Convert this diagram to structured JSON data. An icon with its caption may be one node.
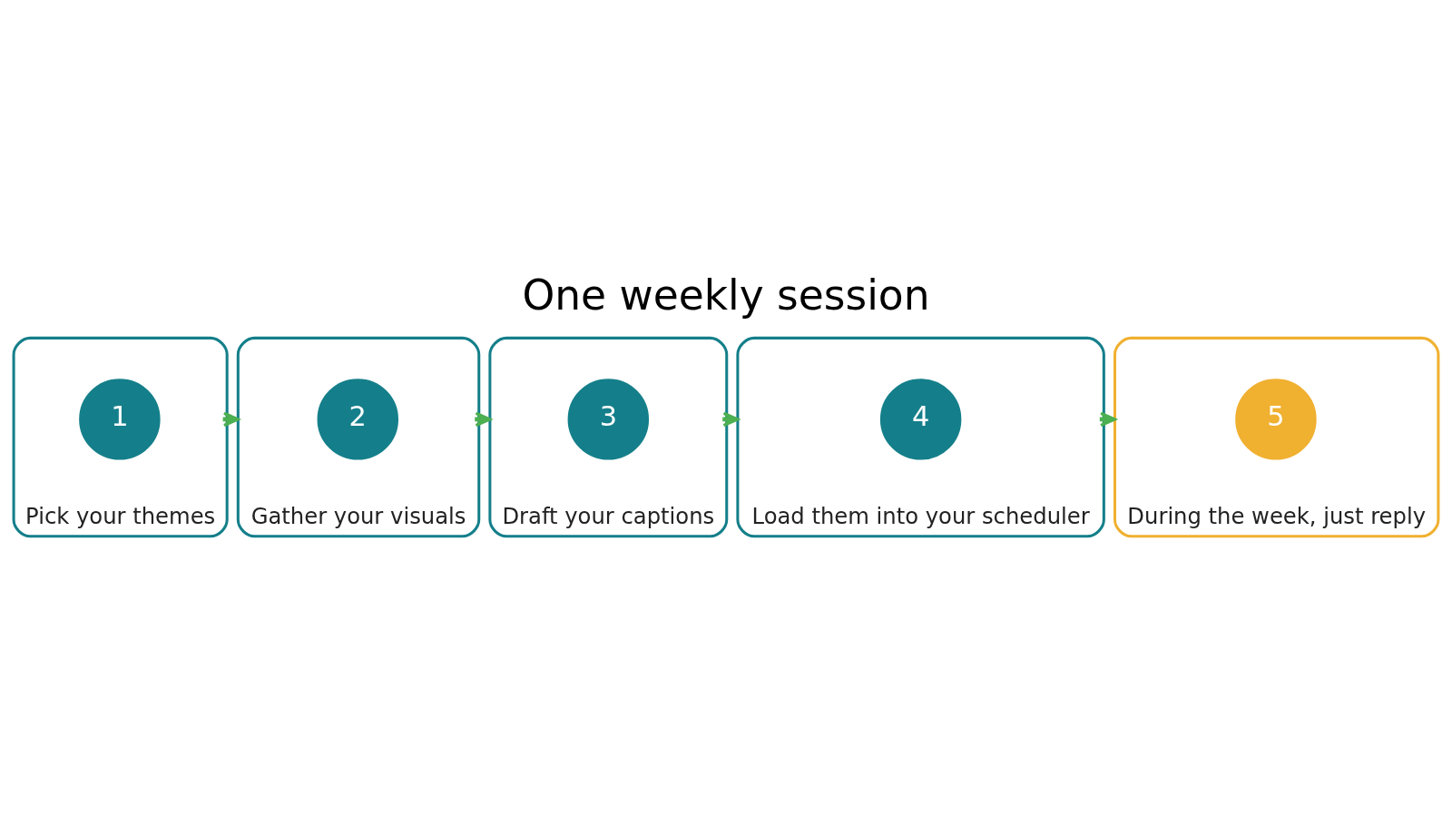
{
  "diagram": {
    "title": "One weekly session",
    "nodes": [
      {
        "text": [
          "Pick your themes"
        ]
      },
      {
        "text": [
          "1"
        ],
        "in": 0
      },
      {
        "text": [
          "Gather your visuals"
        ]
      },
      {
        "text": [
          "2"
        ],
        "in": 2
      },
      {
        "text": [
          "Draft your captions"
        ]
      },
      {
        "text": [
          "3"
        ],
        "in": 4
      },
      {
        "text": [
          "Load them into your scheduler"
        ]
      },
      {
        "text": [
          "4"
        ],
        "in": 6
      },
      {
        "text": [
          "During the week, just reply"
        ]
      },
      {
        "text": [
          "5"
        ],
        "in": 8
      }
    ],
    "edges": [
      {
        "from": 0,
        "to": 2,
        "arrow": "to"
      },
      {
        "from": 2,
        "to": 4,
        "arrow": "to"
      },
      {
        "from": 4,
        "to": 6,
        "arrow": "to"
      },
      {
        "from": 6,
        "to": 8,
        "arrow": "to"
      }
    ]
  }
}
